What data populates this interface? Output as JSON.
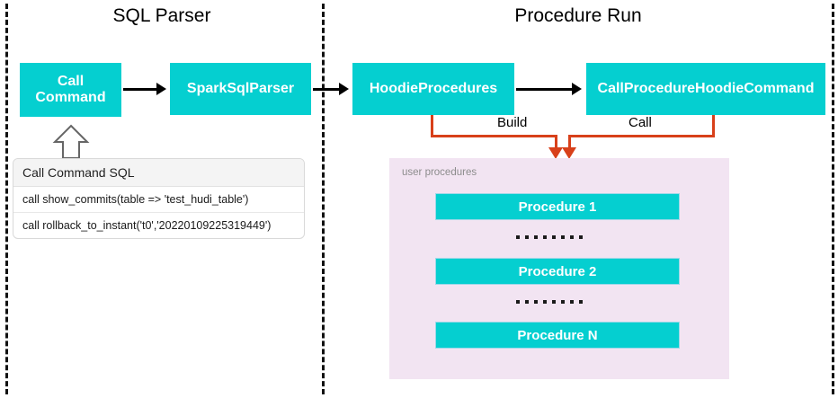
{
  "diagram": {
    "sections": [
      {
        "id": "sql-parser",
        "title": "SQL Parser"
      },
      {
        "id": "procedure-run",
        "title": "Procedure Run"
      }
    ],
    "nodes": {
      "call_command": "Call\nCommand",
      "call_command_line1": "Call",
      "call_command_line2": "Command",
      "spark_sql_parser": "SparkSqlParser",
      "hoodie_procedures": "HoodieProcedures",
      "call_procedure_hoodie_command": "CallProcedureHoodieCommand"
    },
    "edges": {
      "build_label": "Build",
      "call_label": "Call"
    },
    "sql_box": {
      "header": "Call Command SQL",
      "rows": [
        "call show_commits(table => 'test_hudi_table')",
        "call rollback_to_instant('t0','20220109225319449')"
      ]
    },
    "procedures_panel": {
      "label": "user procedures",
      "items": [
        "Procedure 1",
        "Procedure 2",
        "Procedure N"
      ],
      "ellipsis_dot_count": 8
    },
    "colors": {
      "teal": "#05CFD0",
      "orange": "#D8401A",
      "panel_lavender": "#F2E4F2",
      "divider": "#111111",
      "arrow_black": "#000000",
      "panel_label_gray": "#8C8C8C"
    }
  }
}
